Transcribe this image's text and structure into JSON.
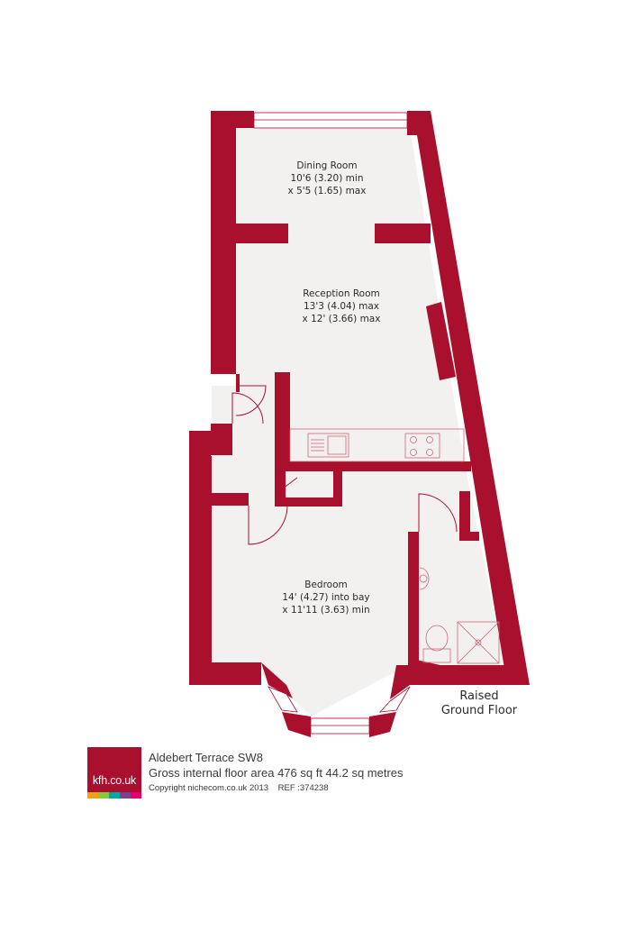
{
  "rooms": {
    "dining": {
      "name": "Dining Room",
      "dim1": "10'6 (3.20) min",
      "dim2": "x 5'5 (1.65) max"
    },
    "reception": {
      "name": "Reception Room",
      "dim1": "13'3 (4.04) max",
      "dim2": "x 12' (3.66) max"
    },
    "bedroom": {
      "name": "Bedroom",
      "dim1": "14' (4.27) into bay",
      "dim2": "x 11'11 (3.63) min"
    }
  },
  "floor_label": {
    "line1": "Raised",
    "line2": "Ground Floor"
  },
  "footer": {
    "address": "Aldebert Terrace SW8",
    "area": "Gross internal floor area 476 sq ft 44.2 sq metres",
    "copyright": "Copyright nichecom.co.uk 2013",
    "ref": "REF :374238"
  },
  "logo": {
    "text": "kfh.co.uk",
    "bar_colors": [
      "#e8a317",
      "#8cc63f",
      "#00a99d",
      "#7b3f98",
      "#e5006e"
    ]
  },
  "colors": {
    "wall": "#a8102e",
    "floor": "#f3f1f0",
    "fixture": "#cc6677"
  }
}
